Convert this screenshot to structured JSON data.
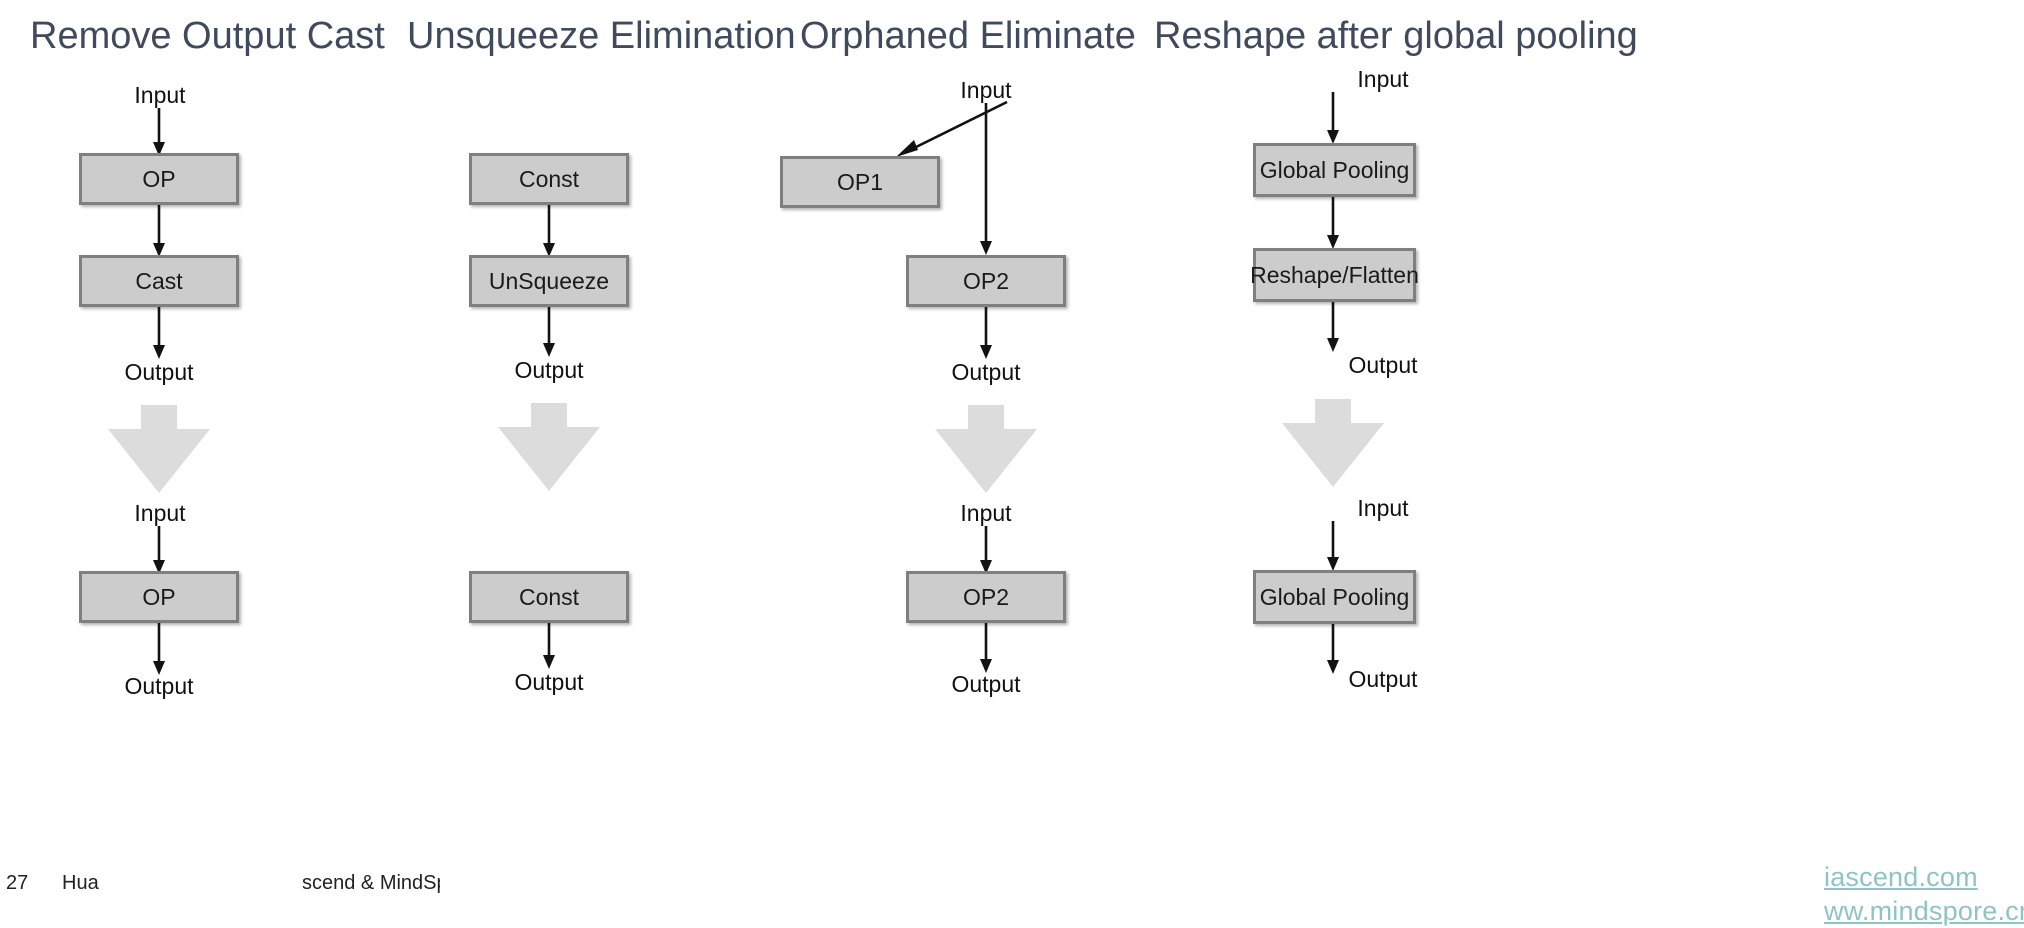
{
  "slide": {
    "background_color": "#ffffff",
    "title_color": "#3f4a5c",
    "node_fill": "#cccccc",
    "node_border": "#7f7f7f",
    "big_arrow_color": "#dcdcdc",
    "link_color": "#8fc4c4"
  },
  "footer": {
    "page_number": "27",
    "company": "Hua",
    "text": "scend & MindSpore",
    "links": [
      "iascend.com",
      "ww.mindspore.cn"
    ]
  },
  "columns": [
    {
      "title": "Remove Output Cast",
      "before": {
        "input_label": "Input",
        "nodes": [
          "OP",
          "Cast"
        ],
        "output_label": "Output"
      },
      "after": {
        "input_label": "Input",
        "nodes": [
          "OP"
        ],
        "output_label": "Output"
      }
    },
    {
      "title": "Unsqueeze Elimination",
      "before": {
        "input_label": "",
        "nodes": [
          "Const",
          "UnSqueeze"
        ],
        "output_label": "Output"
      },
      "after": {
        "input_label": "",
        "nodes": [
          "Const"
        ],
        "output_label": "Output"
      }
    },
    {
      "title": "Orphaned Eliminate",
      "before": {
        "input_label": "Input",
        "nodes": [
          "OP1",
          "OP2"
        ],
        "output_label": "Output"
      },
      "after": {
        "input_label": "Input",
        "nodes": [
          "OP2"
        ],
        "output_label": "Output"
      }
    },
    {
      "title": "Reshape after global pooling",
      "before": {
        "input_label": "Input",
        "nodes": [
          "Global Pooling",
          "Reshape/Flatten"
        ],
        "output_label": "Output"
      },
      "after": {
        "input_label": "Input",
        "nodes": [
          "Global Pooling"
        ],
        "output_label": "Output"
      }
    }
  ]
}
